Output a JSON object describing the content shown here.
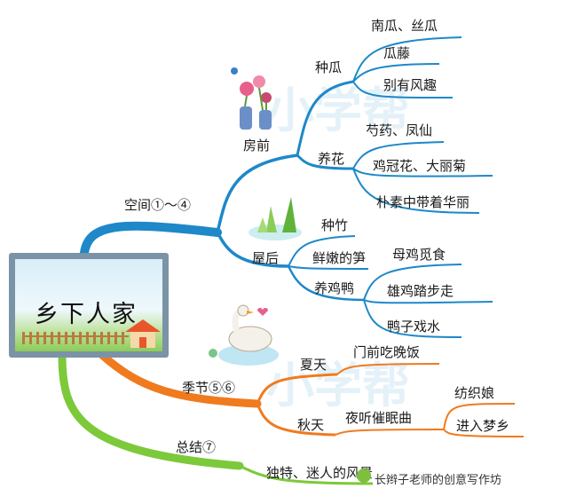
{
  "center": {
    "title": "乡下人家"
  },
  "branches": {
    "space": {
      "label": "空间①～④",
      "house_front": {
        "label": "房前",
        "melon": {
          "label": "种瓜",
          "items": [
            "南瓜、丝瓜",
            "瓜藤",
            "别有风趣"
          ]
        },
        "flowers": {
          "label": "养花",
          "items": [
            "芍药、凤仙",
            "鸡冠花、大丽菊",
            "朴素中带着华丽"
          ]
        }
      },
      "house_back": {
        "label": "屋后",
        "bamboo": "种竹",
        "shoots": "鲜嫩的笋",
        "poultry": {
          "label": "养鸡鸭",
          "items": [
            "母鸡觅食",
            "雄鸡踏步走",
            "鸭子戏水"
          ]
        }
      }
    },
    "season": {
      "label": "季节⑤⑥",
      "summer": {
        "label": "夏天",
        "item": "门前吃晚饭"
      },
      "autumn": {
        "label": "秋天",
        "item": "夜听催眠曲",
        "items": [
          "纺织娘",
          "进入梦乡"
        ]
      }
    },
    "summary": {
      "label": "总结⑦",
      "item": "独特、迷人的风景"
    }
  },
  "watermark": {
    "a": "小学帮",
    "b": "小学帮"
  },
  "credit": "长辫子老师的创意写作坊",
  "colors": {
    "space": "#1e88c8",
    "season": "#f07a1e",
    "summary": "#7cc93a",
    "frame": "#7b93a6"
  }
}
